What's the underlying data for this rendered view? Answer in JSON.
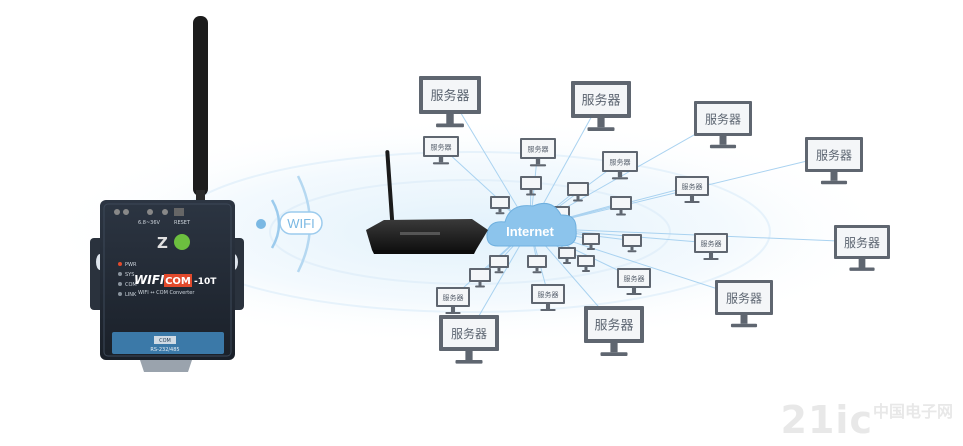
{
  "device": {
    "brand_top": "WIFI",
    "brand_box": "COM",
    "model_suffix": "-10T",
    "subtitle": "WIFI ↔ COM Converter",
    "port_label": "COM",
    "port_sub": "RS-232/485",
    "leds": [
      "PWR",
      "SYS",
      "COM",
      "LINK"
    ],
    "power_label": "6.8~36V",
    "reset_label": "RESET"
  },
  "wifi_label": "WIFI",
  "cloud_label": "Internet",
  "server_label": "服务器",
  "watermark": {
    "text": "21ic",
    "cn": "中国电子网"
  },
  "colors": {
    "accent": "#7ab8e3",
    "monitor": "#5f6670",
    "screen": "#f4f6f8",
    "cloud": "#8cc4ec"
  }
}
